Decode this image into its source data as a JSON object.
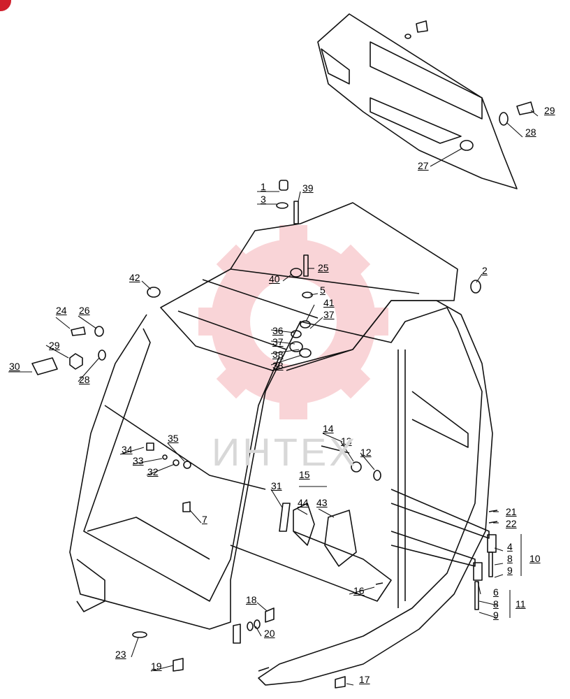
{
  "callouts": {
    "c1": "1",
    "c2": "2",
    "c3": "3",
    "c4": "4",
    "c5": "5",
    "c6": "6",
    "c7": "7",
    "c8a": "8",
    "c8b": "8",
    "c9a": "9",
    "c9b": "9",
    "c10": "10",
    "c11": "11",
    "c12": "12",
    "c13": "13",
    "c14": "14",
    "c15": "15",
    "c16": "16",
    "c17": "17",
    "c18": "18",
    "c19": "19",
    "c20": "20",
    "c21": "21",
    "c22": "22",
    "c23": "23",
    "c24": "24",
    "c25": "25",
    "c26": "26",
    "c27": "27",
    "c28a": "28",
    "c28b": "28",
    "c29a": "29",
    "c29b": "29",
    "c30": "30",
    "c31": "31",
    "c32": "32",
    "c33": "33",
    "c34": "34",
    "c35": "35",
    "c36": "36",
    "c37a": "37",
    "c37b": "37",
    "c38a": "38",
    "c38b": "38",
    "c39": "39",
    "c40": "40",
    "c41": "41",
    "c42": "42",
    "c43": "43",
    "c44": "44"
  },
  "watermark": {
    "text": "ИНТЕХ",
    "color": "#e8424f"
  },
  "colors": {
    "line": "#111111",
    "badge": "#d01f2c"
  }
}
